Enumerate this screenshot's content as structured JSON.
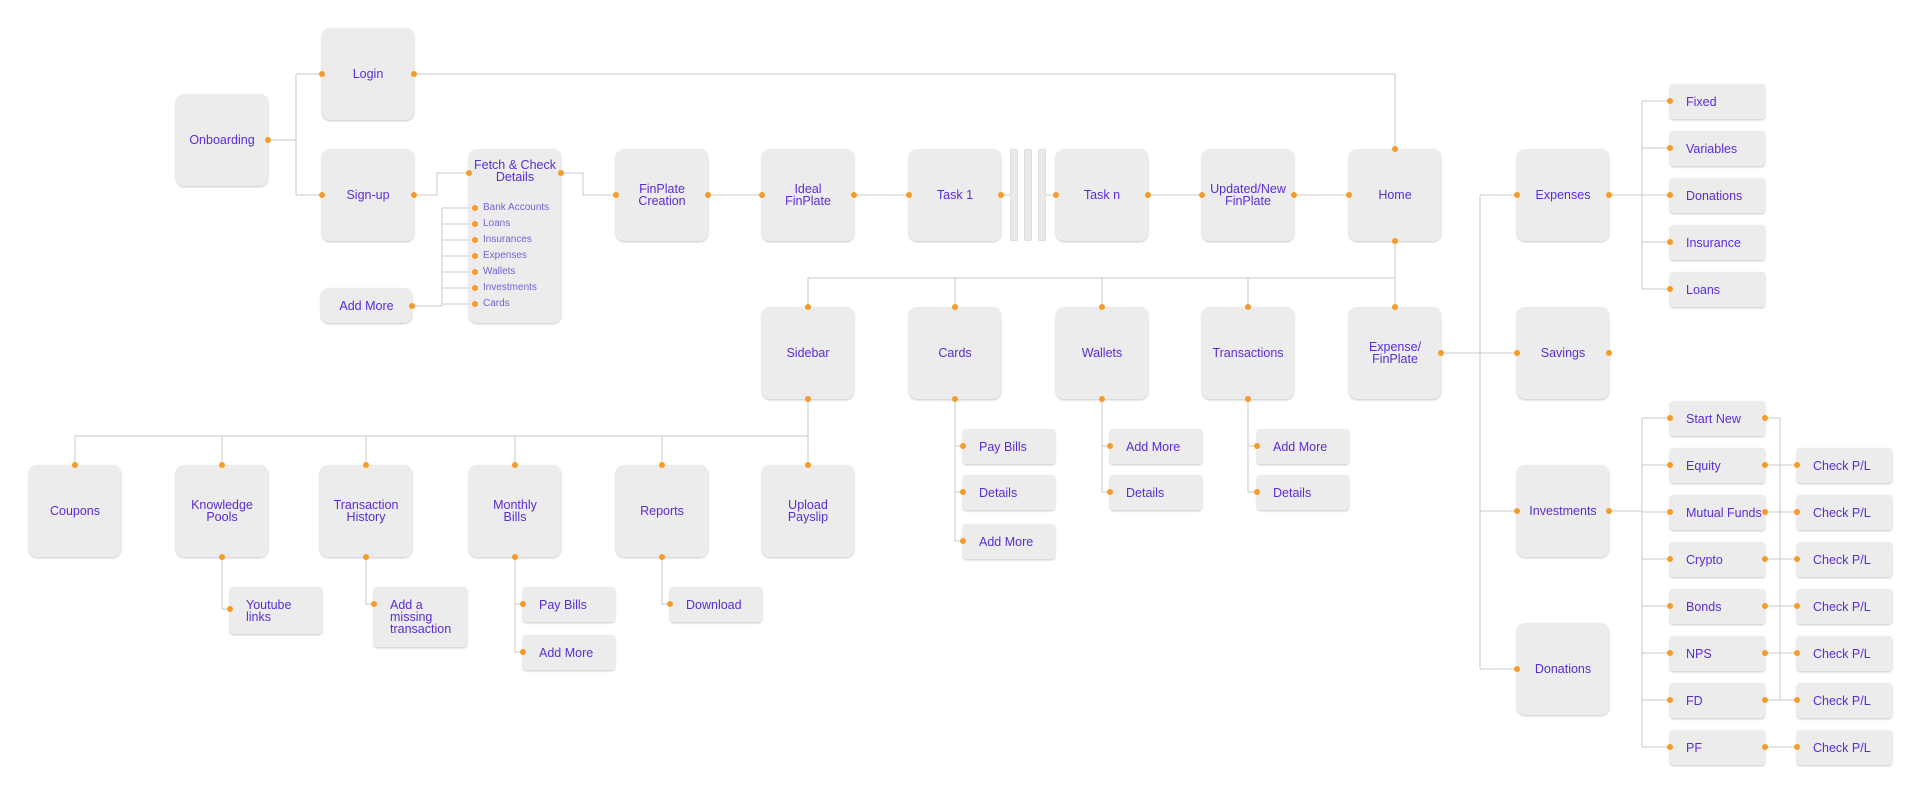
{
  "colors": {
    "node_bg": "#ececec",
    "text": "#5b2bd6",
    "connector": "#c9c9c9",
    "port": "#f39c2a"
  },
  "nodes": {
    "onboarding": "Onboarding",
    "login": "Login",
    "signup": "Sign-up",
    "fetch_check": "Fetch & Check\nDetails",
    "add_more_fetch": "Add More",
    "finplate_creation": "FinPlate\nCreation",
    "ideal_finplate": "Ideal\nFinPlate",
    "task_1": "Task 1",
    "task_n": "Task n",
    "updated_finplate": "Updated/New\nFinPlate",
    "home": "Home",
    "sidebar": "Sidebar",
    "cards": "Cards",
    "wallets": "Wallets",
    "transactions": "Transactions",
    "expense_finplate": "Expense/\nFinPlate",
    "expenses": "Expenses",
    "savings": "Savings",
    "investments": "Investments",
    "donations_main": "Donations",
    "coupons": "Coupons",
    "knowledge_pools": "Knowledge\nPools",
    "transaction_history": "Transaction\nHistory",
    "monthly_bills": "Monthly\nBills",
    "reports": "Reports",
    "upload_payslip": "Upload\nPayslip",
    "youtube_links": "Youtube\nlinks",
    "add_missing_transaction": "Add a\nmissing\ntransaction",
    "monthly_pay_bills": "Pay Bills",
    "monthly_add_more": "Add More",
    "download": "Download",
    "cards_pay_bills": "Pay Bills",
    "cards_details": "Details",
    "cards_add_more": "Add More",
    "wallets_add_more": "Add More",
    "wallets_details": "Details",
    "transactions_add_more": "Add More",
    "transactions_details": "Details",
    "exp_fixed": "Fixed",
    "exp_variables": "Variables",
    "exp_donations": "Donations",
    "exp_insurance": "Insurance",
    "exp_loans": "Loans",
    "inv_start_new": "Start New",
    "inv_equity": "Equity",
    "inv_mutual_funds": "Mutual Funds",
    "inv_crypto": "Crypto",
    "inv_bonds": "Bonds",
    "inv_nps": "NPS",
    "inv_fd": "FD",
    "inv_pf": "PF",
    "check_equity": "Check P/L",
    "check_mutual_funds": "Check P/L",
    "check_crypto": "Check P/L",
    "check_bonds": "Check P/L",
    "check_nps": "Check P/L",
    "check_fd": "Check P/L",
    "check_pf": "Check P/L"
  },
  "fetch_sublist": [
    "Bank Accounts",
    "Loans",
    "Insurances",
    "Expenses",
    "Wallets",
    "Investments",
    "Cards"
  ]
}
